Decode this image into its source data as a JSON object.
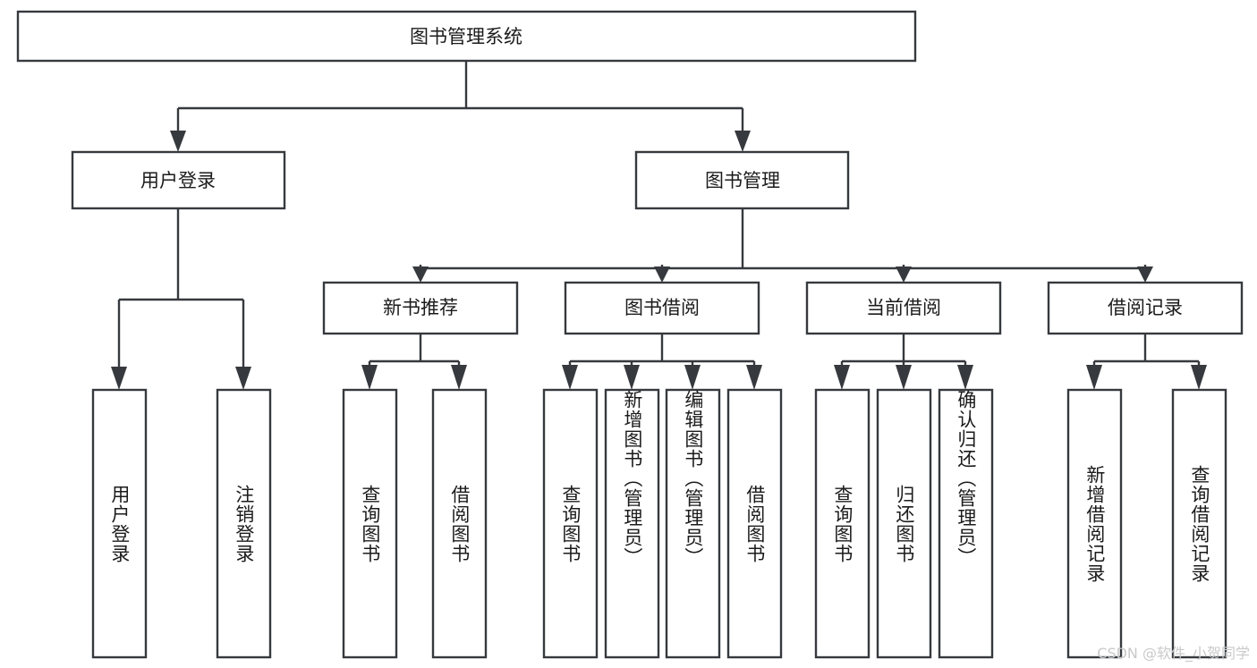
{
  "diagram": {
    "title": "图书管理系统",
    "type": "hierarchy-tree",
    "colors": {
      "stroke": "#36393d",
      "fill": "#ffffff",
      "text": "#1b1b1b",
      "watermark": "#c9c9c9"
    },
    "root": {
      "label": "图书管理系统"
    },
    "level2": [
      {
        "label": "用户登录"
      },
      {
        "label": "图书管理"
      }
    ],
    "level3": [
      {
        "label": "新书推荐"
      },
      {
        "label": "图书借阅"
      },
      {
        "label": "当前借阅"
      },
      {
        "label": "借阅记录"
      }
    ],
    "leaves": {
      "user_login": [
        {
          "label": "用户登录"
        },
        {
          "label": "注销登录"
        }
      ],
      "new_book": [
        {
          "label": "查询图书"
        },
        {
          "label": "借阅图书"
        }
      ],
      "book_borrow": [
        {
          "label": "查询图书"
        },
        {
          "label": "新增图书（管理员）"
        },
        {
          "label": "编辑图书（管理员）"
        },
        {
          "label": "借阅图书"
        }
      ],
      "current_borrow": [
        {
          "label": "查询图书"
        },
        {
          "label": "归还图书"
        },
        {
          "label": "确认归还（管理员）"
        }
      ],
      "borrow_record": [
        {
          "label": "新增借阅记录"
        },
        {
          "label": "查询借阅记录"
        }
      ]
    }
  },
  "watermark": {
    "text": "CSDN @软件_小贺同学"
  }
}
